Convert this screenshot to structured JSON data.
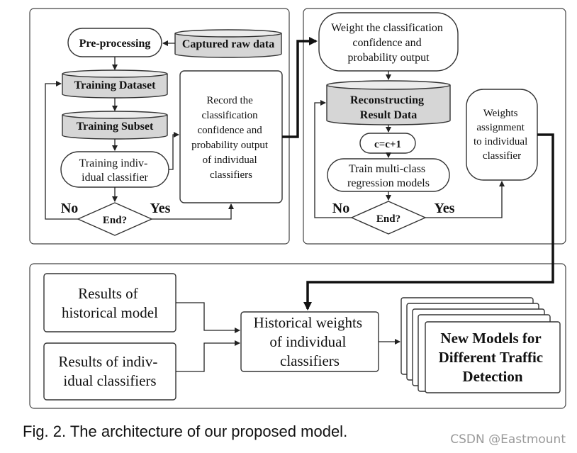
{
  "left_panel": {
    "preprocessing": "Pre-processing",
    "captured_raw_data": "Captured raw data",
    "training_dataset": "Training Dataset",
    "training_subset": "Training Subset",
    "training_classifier": [
      "Training indiv-",
      "idual classifier"
    ],
    "record_box": [
      "Record the",
      "classification",
      "confidence and",
      "probability output",
      "of individual",
      "classifiers"
    ],
    "end": "End?",
    "no": "No",
    "yes": "Yes"
  },
  "right_panel": {
    "weight_box": [
      "Weight the classification",
      "confidence and",
      "probability output"
    ],
    "reconstructing": [
      "Reconstructing",
      "Result Data"
    ],
    "counter": "c=c+1",
    "train_multi": [
      "Train multi-class",
      "regression models"
    ],
    "weights_assignment": [
      "Weights",
      "assignment",
      "to individual",
      "classifier"
    ],
    "end": "End?",
    "no": "No",
    "yes": "Yes"
  },
  "bottom_panel": {
    "historical_model": [
      "Results of",
      "historical model"
    ],
    "individual_classifiers": [
      "Results of indiv-",
      "idual classifiers"
    ],
    "historical_weights": [
      "Historical weights",
      "of individual",
      "classifiers"
    ],
    "new_models": [
      "New Models for",
      "Different Traffic",
      "Detection"
    ]
  },
  "caption": "Fig. 2. The architecture of our proposed model.",
  "watermark": "CSDN @Eastmount"
}
